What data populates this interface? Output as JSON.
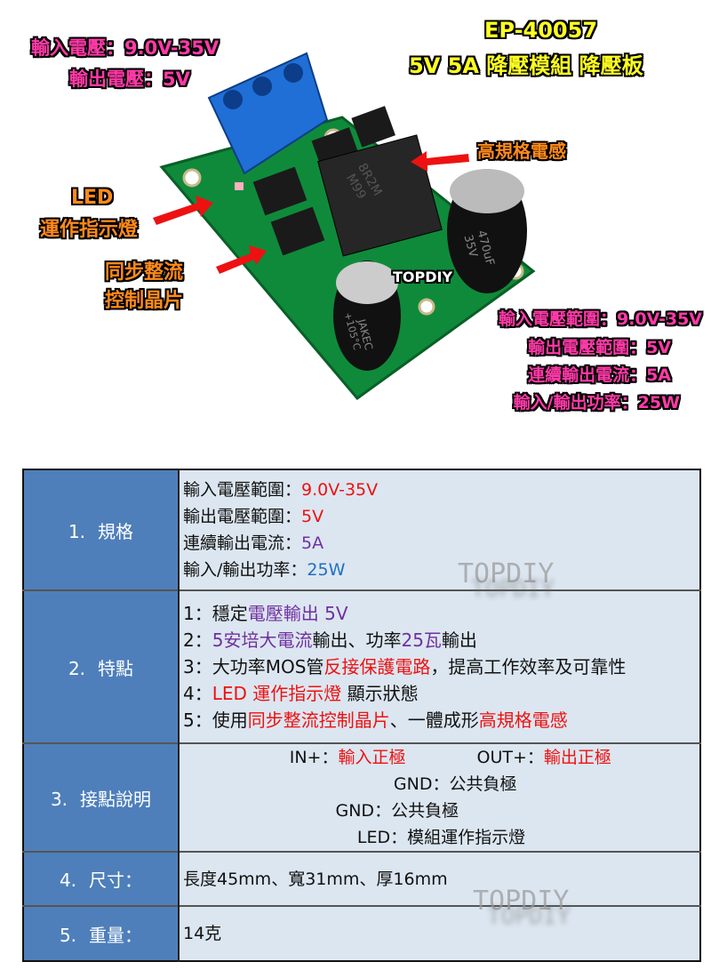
{
  "hero": {
    "model": "EP-40057",
    "title": "5V 5A 降壓模組 降壓板",
    "top_left": [
      "輸入電壓：9.0V-35V",
      "輸出電壓：5V"
    ],
    "callouts": {
      "inductor": "高規格電感",
      "led": [
        "LED",
        "運作指示燈"
      ],
      "chip": [
        "同步整流",
        "控制晶片"
      ]
    },
    "bottom_right": [
      "輸入電壓範圍：9.0V-35V",
      "輸出電壓範圍：5V",
      "連續輸出電流：5A",
      "輸入/輸出功率：25W"
    ],
    "watermark": "TOPDIY",
    "inductor_marking": [
      "8R2M",
      "M99"
    ],
    "cap_marking": [
      "470uF",
      "35V"
    ],
    "cap2_marking": [
      "JAKEC",
      "+105°C"
    ]
  },
  "table": {
    "rows": [
      {
        "num": "1.",
        "label": "規格",
        "lines": [
          {
            "k": "輸入電壓範圍：",
            "v": "9.0V-35V"
          },
          {
            "k": "輸出電壓範圍：",
            "v": "5V"
          },
          {
            "k": "連續輸出電流：",
            "v": "5A"
          },
          {
            "k": "輸入/輸出功率：",
            "v": "25W"
          }
        ]
      },
      {
        "num": "2.",
        "label": "特點",
        "lines": [
          {
            "a": "1：穩定",
            "b": "電壓輸出  5V"
          },
          {
            "a": "2：",
            "b": "5安培大電流",
            "c": "輸出、功率",
            "d": "25瓦",
            "e": "輸出"
          },
          {
            "a": "3：大功率MOS管",
            "b": "反接保護電路",
            "c": "，提高工作效率及可靠性"
          },
          {
            "a": "4：",
            "b": "LED  運作指示燈",
            "c": " 顯示狀態"
          },
          {
            "a": "5：使用",
            "b": "同步整流控制晶片",
            "c": "、一體成形",
            "d": "高規格電感"
          }
        ]
      },
      {
        "num": "3.",
        "label": "接點說明",
        "lines": [
          {
            "k1": "IN+：",
            "v1": "輸入正極",
            "k2": "OUT+：",
            "v2": "輸出正極"
          },
          {
            "k1": "GND：",
            "v1": "公共負極",
            "k2": "GND：",
            "v2": "公共負極"
          },
          {
            "k": "LED：",
            "v": "模組運作指示燈"
          }
        ]
      },
      {
        "num": "4.",
        "label": "尺寸：",
        "text": "長度45mm、寬31mm、厚16mm"
      },
      {
        "num": "5.",
        "label": "重量：",
        "text": "14克"
      }
    ],
    "watermark": "TOPDIY"
  },
  "colors": {
    "header_bg": "#4e7fba",
    "body_bg": "#dce6f0",
    "red": "#ee1111",
    "purple": "#7030a0",
    "blue": "#1f6fc0",
    "pcb": "#0f8a3a"
  }
}
